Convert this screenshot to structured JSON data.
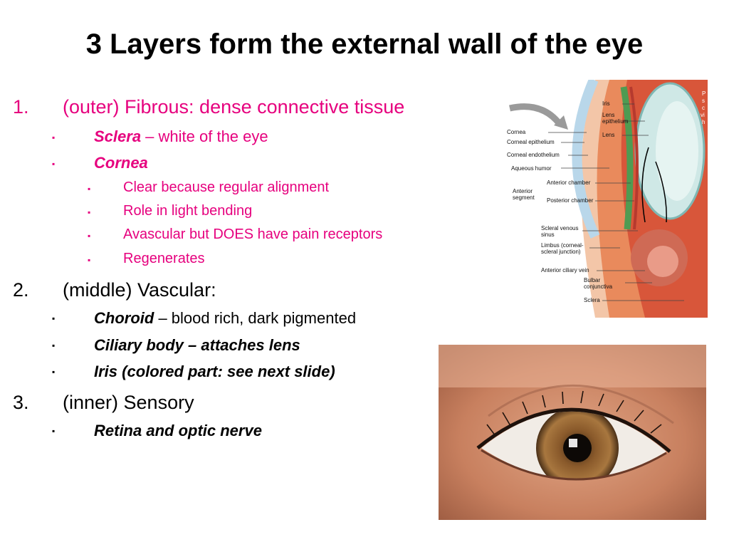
{
  "slide": {
    "title": "3 Layers form the external wall of the eye"
  },
  "list": [
    {
      "num": "1.",
      "text": "(outer) Fibrous: dense connective tissue",
      "color": "#e6007e",
      "sub": [
        {
          "bold": "Sclera",
          "rest": " – white of the eye"
        },
        {
          "bold": "Cornea",
          "rest": ""
        }
      ],
      "subsub": [
        "Clear because regular alignment",
        "Role in light bending",
        "Avascular but DOES have pain receptors",
        "Regenerates"
      ]
    },
    {
      "num": "2.",
      "text": "(middle) Vascular:",
      "color": "#000000",
      "sub": [
        {
          "bold": "Choroid",
          "rest": " – blood rich, dark pigmented"
        },
        {
          "bold": "Ciliary body – attaches lens",
          "rest": ""
        },
        {
          "bold": "Iris (colored part: see next slide)",
          "rest": ""
        }
      ]
    },
    {
      "num": "3.",
      "text": "(inner) Sensory",
      "color": "#000000",
      "sub": [
        {
          "bold": "Retina and optic nerve",
          "rest": ""
        }
      ]
    }
  ],
  "bullet_glyph": "▪",
  "diagram": {
    "labels": {
      "iris": "Iris",
      "lens_epithelium_1": "Lens",
      "lens_epithelium_2": "epithelium",
      "lens": "Lens",
      "cornea": "Cornea",
      "corneal_epithelium": "Corneal epithelium",
      "corneal_endothelium": "Corneal endothelium",
      "aqueous_humor": "Aqueous humor",
      "anterior_chamber": "Anterior chamber",
      "anterior_segment_1": "Anterior",
      "anterior_segment_2": "segment",
      "posterior_chamber": "Posterior chamber",
      "scleral_venous_1": "Scleral venous",
      "scleral_venous_2": "sinus",
      "limbus_1": "Limbus (corneal-",
      "limbus_2": "scleral junction)",
      "anterior_ciliary_vein": "Anterior ciliary vein",
      "bulbar_1": "Bulbar",
      "bulbar_2": "conjunctiva",
      "sclera": "Sclera"
    },
    "right_edge_text": [
      "P",
      "s",
      "c",
      "vi",
      "h"
    ]
  },
  "colors": {
    "accent": "#e6007e",
    "text": "#000000",
    "iris_brown": "#8a5a2b",
    "skin": "#c9876a"
  }
}
